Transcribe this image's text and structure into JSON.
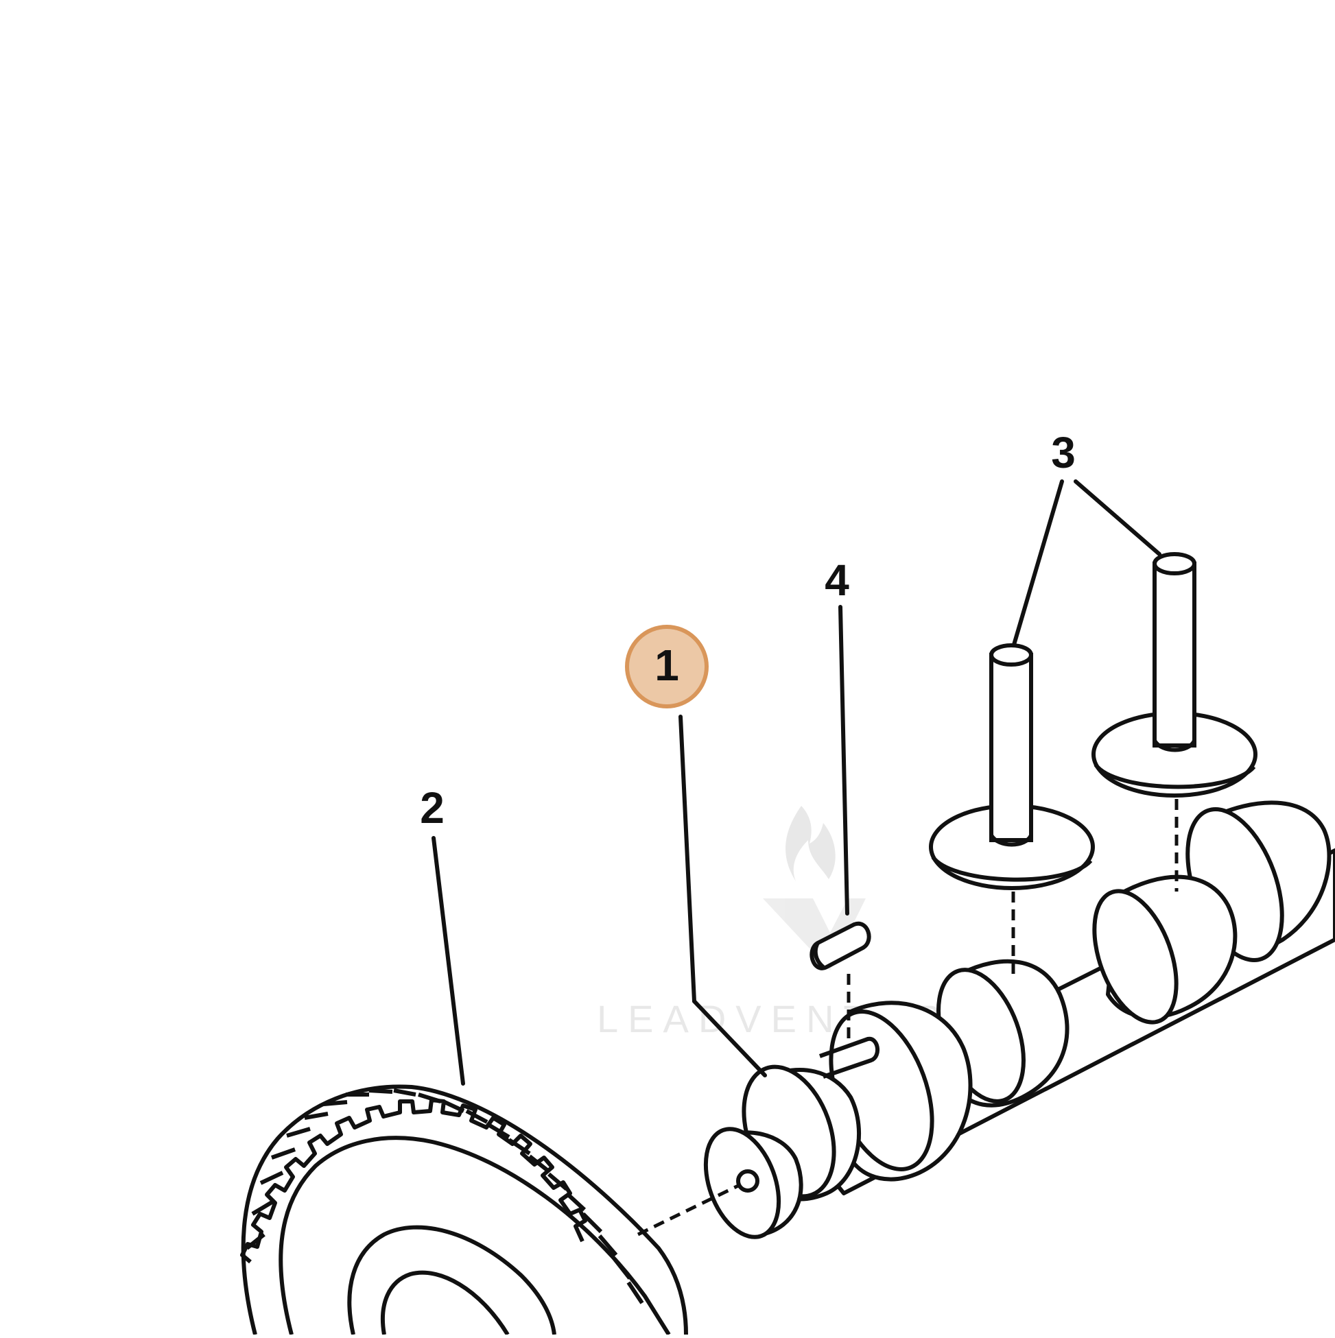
{
  "diagram": {
    "labels": [
      {
        "id": "1",
        "text": "1",
        "highlighted": true
      },
      {
        "id": "2",
        "text": "2",
        "highlighted": false
      },
      {
        "id": "3",
        "text": "3",
        "highlighted": false
      },
      {
        "id": "4",
        "text": "4",
        "highlighted": false
      }
    ],
    "watermark": {
      "text": "LEADVENTURE"
    },
    "colors": {
      "line": "#111111",
      "highlight_fill": "#ecc8a6",
      "highlight_stroke": "#d9965a",
      "watermark": "#e6e6e6"
    }
  }
}
